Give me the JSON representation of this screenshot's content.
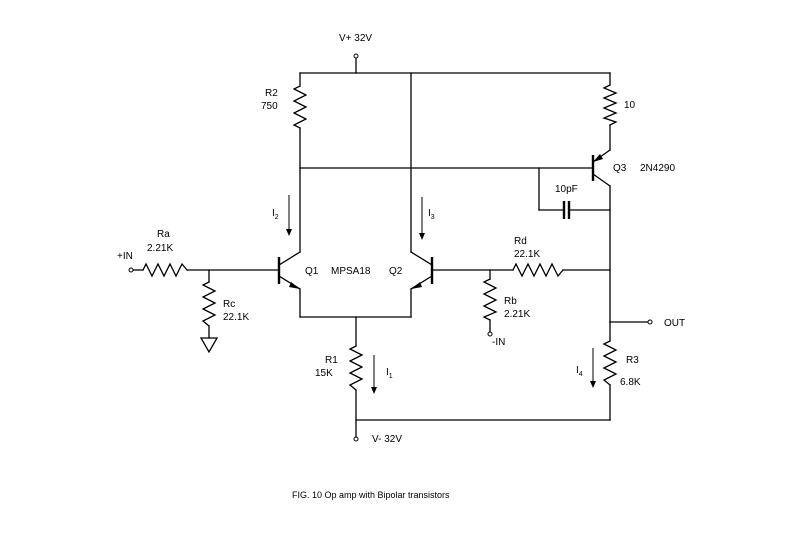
{
  "supplies": {
    "vplus": "V+ 32V",
    "vminus": "V- 32V"
  },
  "resistors": {
    "r2": {
      "name": "R2",
      "value": "750"
    },
    "r10": {
      "value": "10"
    },
    "ra": {
      "name": "Ra",
      "value": "2.21K"
    },
    "rc": {
      "name": "Rc",
      "value": "22.1K"
    },
    "rd": {
      "name": "Rd",
      "value": "22.1K"
    },
    "rb": {
      "name": "Rb",
      "value": "2.21K"
    },
    "r1": {
      "name": "R1",
      "value": "15K"
    },
    "r3": {
      "name": "R3",
      "value": "6.8K"
    }
  },
  "capacitor": {
    "value": "10pF"
  },
  "transistors": {
    "q1": "Q1",
    "pair_part": "MPSA18",
    "q2": "Q2",
    "q3": "Q3",
    "q3_part": "2N4290"
  },
  "currents": {
    "i1": {
      "base": "I",
      "sub": "1"
    },
    "i2": {
      "base": "I",
      "sub": "2"
    },
    "i3": {
      "base": "I",
      "sub": "3"
    },
    "i4": {
      "base": "I",
      "sub": "4"
    }
  },
  "ports": {
    "plus_in": "+IN",
    "minus_in": "-IN",
    "out": "OUT"
  },
  "caption": "FIG. 10 Op amp with Bipolar transistors"
}
